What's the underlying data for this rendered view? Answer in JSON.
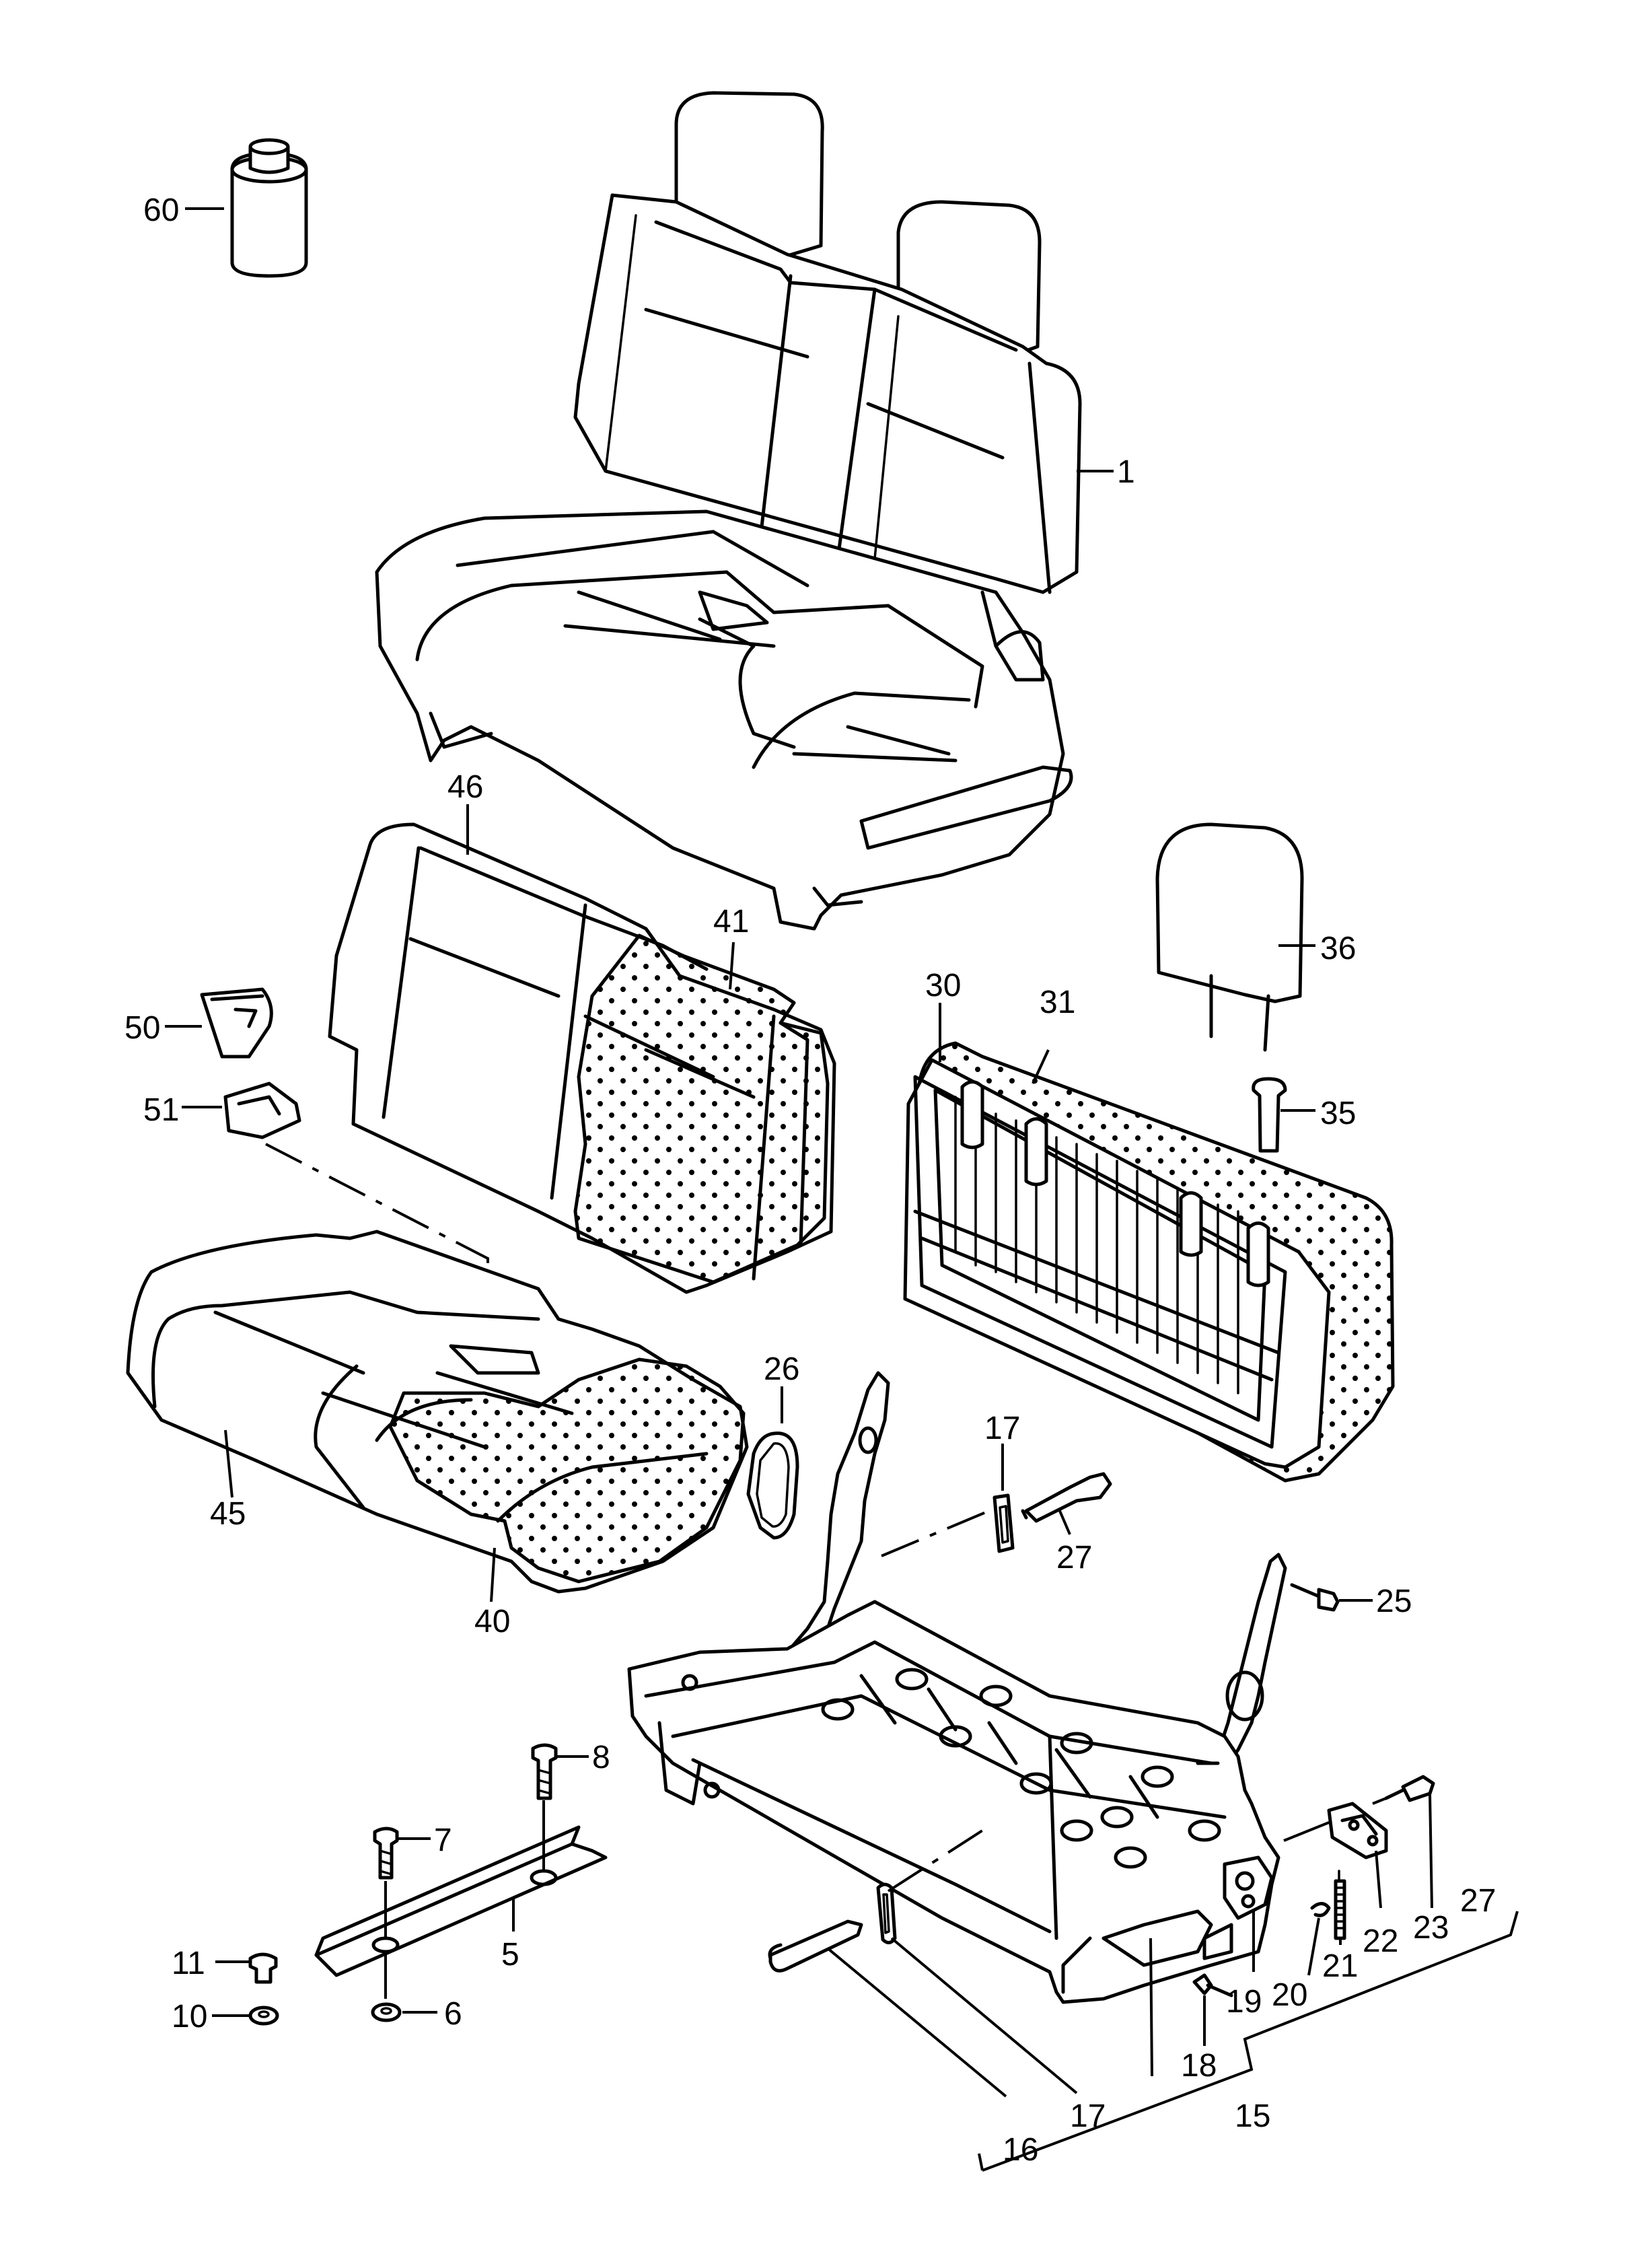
{
  "callouts": [
    {
      "id": "c1",
      "text": "1"
    },
    {
      "id": "c5",
      "text": "5"
    },
    {
      "id": "c6",
      "text": "6"
    },
    {
      "id": "c7",
      "text": "7"
    },
    {
      "id": "c8",
      "text": "8"
    },
    {
      "id": "c10",
      "text": "10"
    },
    {
      "id": "c11",
      "text": "11"
    },
    {
      "id": "c15",
      "text": "15"
    },
    {
      "id": "c16",
      "text": "16"
    },
    {
      "id": "c17a",
      "text": "17"
    },
    {
      "id": "c17b",
      "text": "17"
    },
    {
      "id": "c18",
      "text": "18"
    },
    {
      "id": "c19",
      "text": "19"
    },
    {
      "id": "c20",
      "text": "20"
    },
    {
      "id": "c21",
      "text": "21"
    },
    {
      "id": "c22",
      "text": "22"
    },
    {
      "id": "c23",
      "text": "23"
    },
    {
      "id": "c25",
      "text": "25"
    },
    {
      "id": "c26",
      "text": "26"
    },
    {
      "id": "c27a",
      "text": "27"
    },
    {
      "id": "c27b",
      "text": "27"
    },
    {
      "id": "c30",
      "text": "30"
    },
    {
      "id": "c31",
      "text": "31"
    },
    {
      "id": "c35",
      "text": "35"
    },
    {
      "id": "c36",
      "text": "36"
    },
    {
      "id": "c40",
      "text": "40"
    },
    {
      "id": "c41",
      "text": "41"
    },
    {
      "id": "c45",
      "text": "45"
    },
    {
      "id": "c46",
      "text": "46"
    },
    {
      "id": "c50",
      "text": "50"
    },
    {
      "id": "c51",
      "text": "51"
    },
    {
      "id": "c60",
      "text": "60"
    }
  ],
  "parts": [
    {
      "name": "bench-seat-assembly",
      "callout": "1"
    },
    {
      "name": "fixing-strip",
      "callout": "5"
    },
    {
      "name": "washer",
      "callout": "6"
    },
    {
      "name": "bolt",
      "callout": "7"
    },
    {
      "name": "bolt",
      "callout": "8"
    },
    {
      "name": "washer",
      "callout": "10"
    },
    {
      "name": "expanding-rivet",
      "callout": "11"
    },
    {
      "name": "seat-frame",
      "callout": "15"
    },
    {
      "name": "release-handle",
      "callout": "16"
    },
    {
      "name": "cable-grommet",
      "callout": "17"
    },
    {
      "name": "bolt",
      "callout": "18"
    },
    {
      "name": "locking-mechanism",
      "callout": "19"
    },
    {
      "name": "clip",
      "callout": "20"
    },
    {
      "name": "tension-spring",
      "callout": "21"
    },
    {
      "name": "bracket",
      "callout": "22"
    },
    {
      "name": "bolt",
      "callout": "23"
    },
    {
      "name": "bolt",
      "callout": "25"
    },
    {
      "name": "trim-ring",
      "callout": "26"
    },
    {
      "name": "release-lever",
      "callout": "27"
    },
    {
      "name": "backrest-frame",
      "callout": "30"
    },
    {
      "name": "backrest-pad",
      "callout": "31"
    },
    {
      "name": "headrest-guide",
      "callout": "35"
    },
    {
      "name": "headrest",
      "callout": "36"
    },
    {
      "name": "seat-cushion-foam",
      "callout": "40"
    },
    {
      "name": "backrest-foam",
      "callout": "41"
    },
    {
      "name": "seat-cover",
      "callout": "45"
    },
    {
      "name": "backrest-cover",
      "callout": "46"
    },
    {
      "name": "cover-cap",
      "callout": "50"
    },
    {
      "name": "retainer",
      "callout": "51"
    },
    {
      "name": "adhesive-can",
      "callout": "60"
    }
  ]
}
